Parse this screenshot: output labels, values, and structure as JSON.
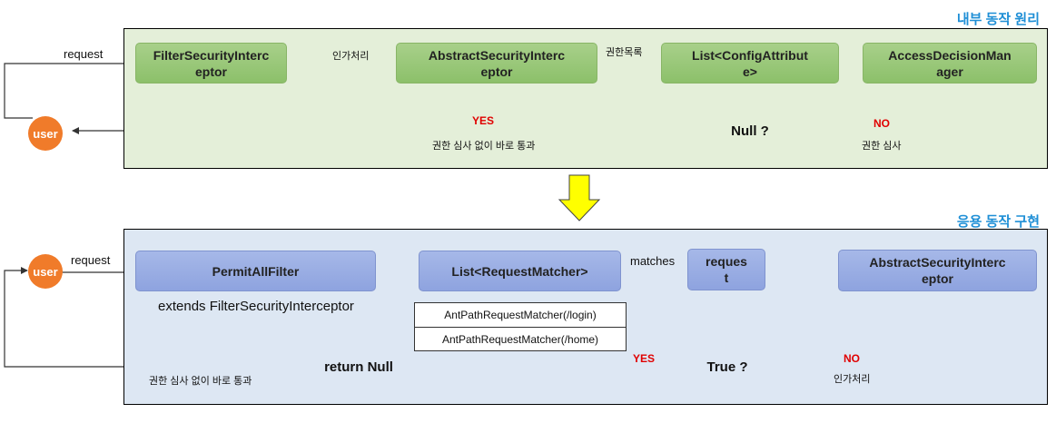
{
  "top": {
    "title": "내부 동작 원리",
    "user": "user",
    "request": "request",
    "boxes": [
      "FilterSecurityInterc\neptor",
      "AbstractSecurityInterc\neptor",
      "List<ConfigAttribut\ne>",
      "AccessDecisionMan\nager"
    ],
    "edge1": "인가처리",
    "edge2": "권한목록",
    "decision": "Null ?",
    "yes": "YES",
    "no": "NO",
    "yes_desc": "권한 심사 없이 바로 통과",
    "no_desc": "권한 심사"
  },
  "bottom": {
    "title": "응용 동작 구현",
    "user": "user",
    "request": "request",
    "permit": "PermitAllFilter",
    "extends": "extends FilterSecurityInterceptor",
    "list": "List<RequestMatcher>",
    "matches": "matches",
    "request_box": "reques\nt",
    "abstract": "AbstractSecurityInterc\neptor",
    "matchers": [
      "AntPathRequestMatcher(/login)",
      "AntPathRequestMatcher(/home)"
    ],
    "decision": "True ?",
    "return_null": "return Null",
    "yes": "YES",
    "no": "NO",
    "yes_desc": "권한 심사 없이 바로 통과",
    "no_desc": "인가처리"
  },
  "colors": {
    "green_panel": "#e4efd9",
    "blue_panel": "#dde7f3",
    "title_blue": "#1f8fd6",
    "arrow_yellow": "#ffff00",
    "user_orange": "#f07b2a",
    "yes_no_red": "#e00000"
  }
}
